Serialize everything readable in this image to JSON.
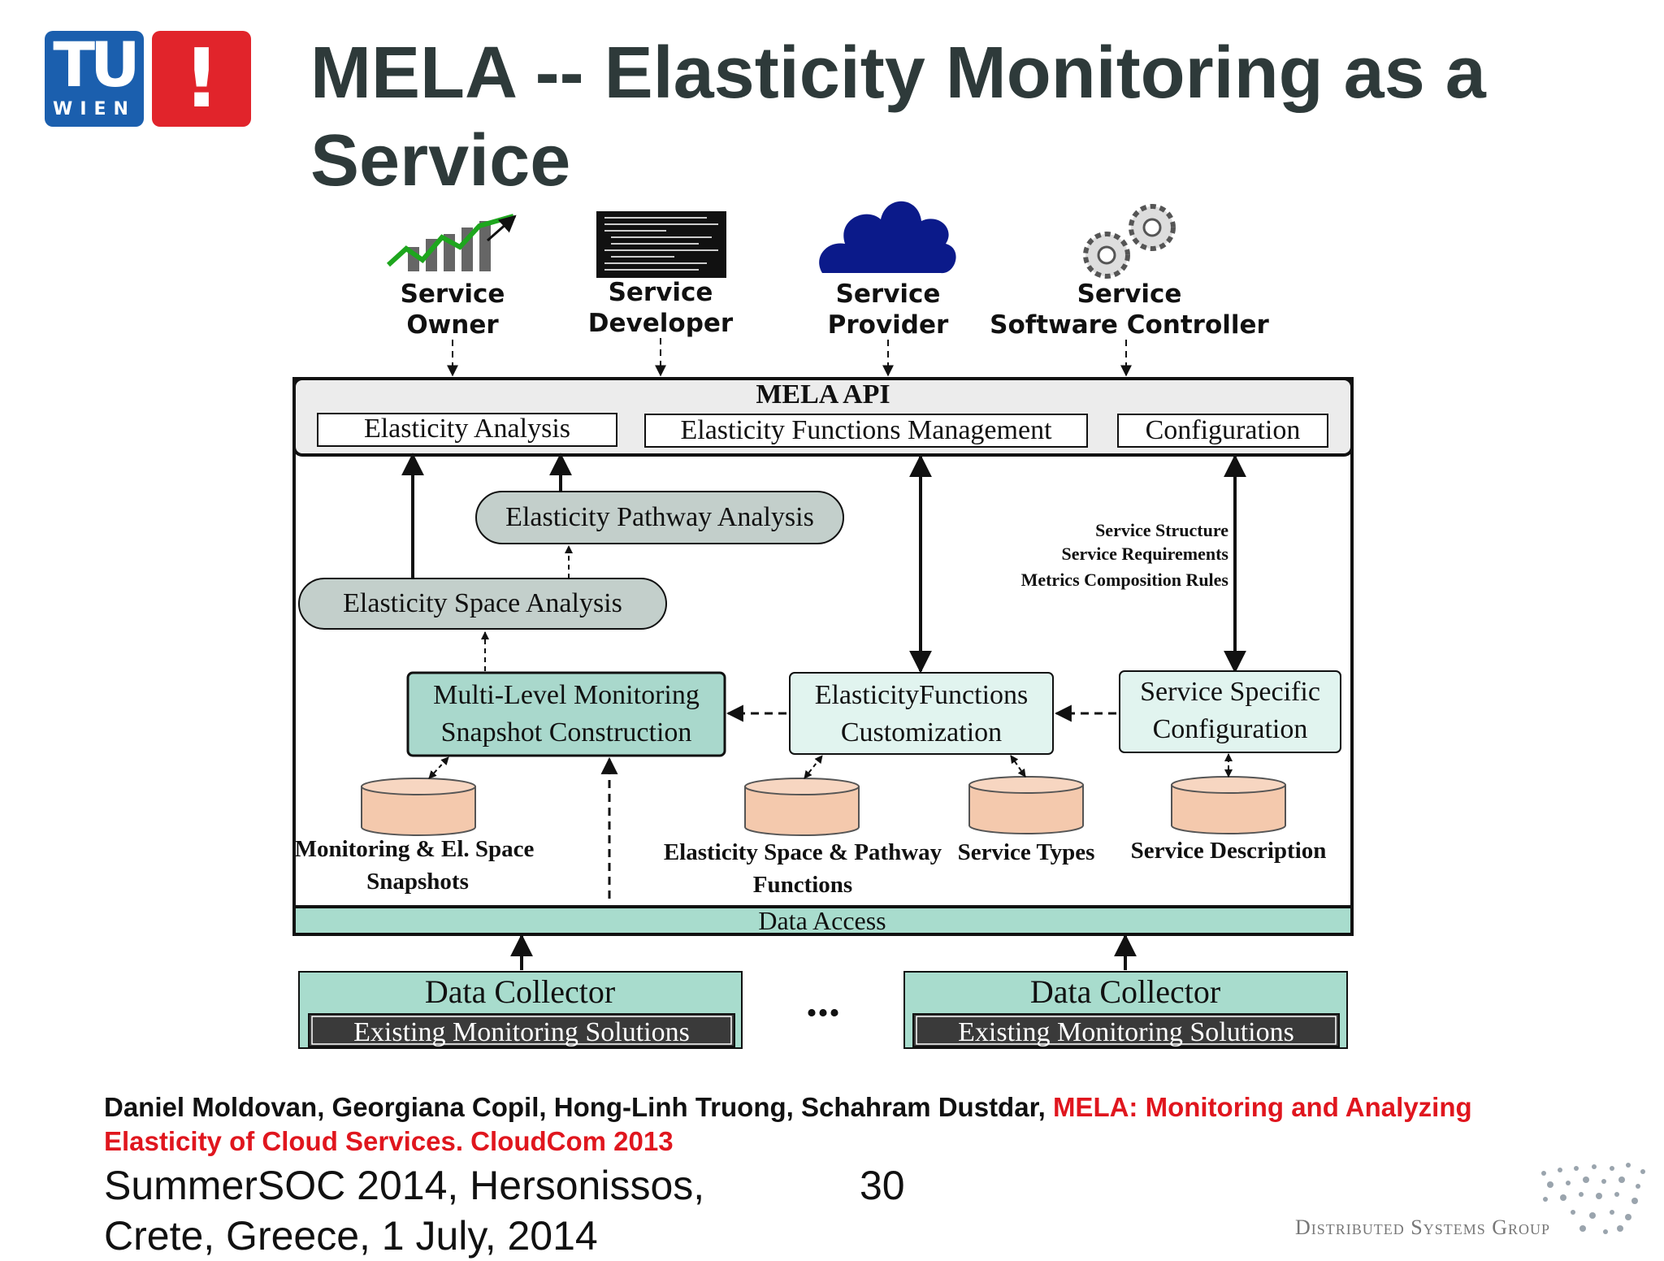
{
  "title": "MELA -- Elasticity Monitoring as a Service",
  "logo": {
    "tu_text": "TU",
    "wien_text": "WIEN",
    "exclamation": "!",
    "tu_color": "#1b5fae",
    "ex_color": "#e1242b"
  },
  "actors": {
    "owner": {
      "line1": "Service",
      "line2": "Owner",
      "icon": "growth-chart-icon"
    },
    "developer": {
      "line1": "Service",
      "line2": "Developer",
      "icon": "code-screen-icon"
    },
    "provider": {
      "line1": "Service",
      "line2": "Provider",
      "icon": "cloud-icon"
    },
    "controller": {
      "line1": "Service",
      "line2": "Software Controller",
      "icon": "gears-icon"
    }
  },
  "api": {
    "title": "MELA API",
    "elasticity_analysis": "Elasticity Analysis",
    "functions_management": "Elasticity Functions Management",
    "configuration": "Configuration"
  },
  "analysis": {
    "pathway": "Elasticity Pathway Analysis",
    "space": "Elasticity Space Analysis"
  },
  "config_labels": {
    "line1": "Service Structure",
    "line2": "Service Requirements",
    "line3": "Metrics Composition Rules"
  },
  "components": {
    "snapshot": {
      "line1": "Multi-Level Monitoring",
      "line2": "Snapshot Construction"
    },
    "customization": {
      "line1": "ElasticityFunctions",
      "line2": "Customization"
    },
    "service_config": {
      "line1": "Service Specific",
      "line2": "Configuration"
    }
  },
  "stores": {
    "snapshots": {
      "line1": "Monitoring & El. Space",
      "line2": "Snapshots"
    },
    "functions": {
      "line1": "Elasticity Space & Pathway",
      "line2": "Functions"
    },
    "types": {
      "line1": "Service Types"
    },
    "description": {
      "line1": "Service Description"
    }
  },
  "data_access": "Data Access",
  "collectors": {
    "left": {
      "title": "Data Collector",
      "sub": "Existing Monitoring  Solutions"
    },
    "right": {
      "title": "Data Collector",
      "sub": "Existing Monitoring  Solutions"
    },
    "ellipsis": "..."
  },
  "footer": {
    "authors": "Daniel Moldovan, Georgiana Copil, Hong-Linh Truong, Schahram Dustdar,",
    "paper": "MELA: Monitoring and Analyzing Elasticity of Cloud Services. CloudCom 2013",
    "event_line1": "SummerSOC 2014, Hersonissos,",
    "event_line2": "Crete, Greece,  1 July, 2014",
    "page_number": "30",
    "group": "Distributed Systems Group"
  },
  "colors": {
    "title": "#2e3a3a",
    "citation_red": "#e0161e",
    "component_teal": "#d6efe9",
    "collector_teal": "#a8dccd",
    "pill_gray": "#c3cfcb",
    "store_salmon": "#f4c9ad"
  }
}
